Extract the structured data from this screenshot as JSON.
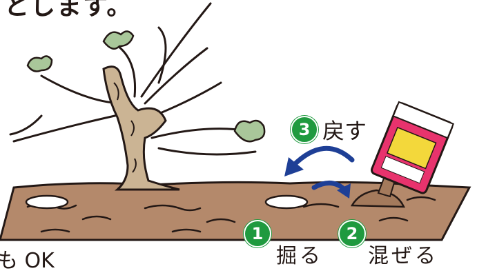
{
  "top_text": "とします。",
  "bottom_left_text": "も OK",
  "steps": [
    {
      "number": "1",
      "label": "掘る"
    },
    {
      "number": "2",
      "label": "混ぜる"
    },
    {
      "number": "3",
      "label": "戻す"
    }
  ],
  "colors": {
    "soil": "#b4896b",
    "trunk": "#cbb494",
    "leaf": "#a9c79a",
    "arrow": "#1e3f96",
    "badge": "#1f9a3f",
    "bag_pink": "#e8336d",
    "bag_yellow": "#f3d83b"
  }
}
